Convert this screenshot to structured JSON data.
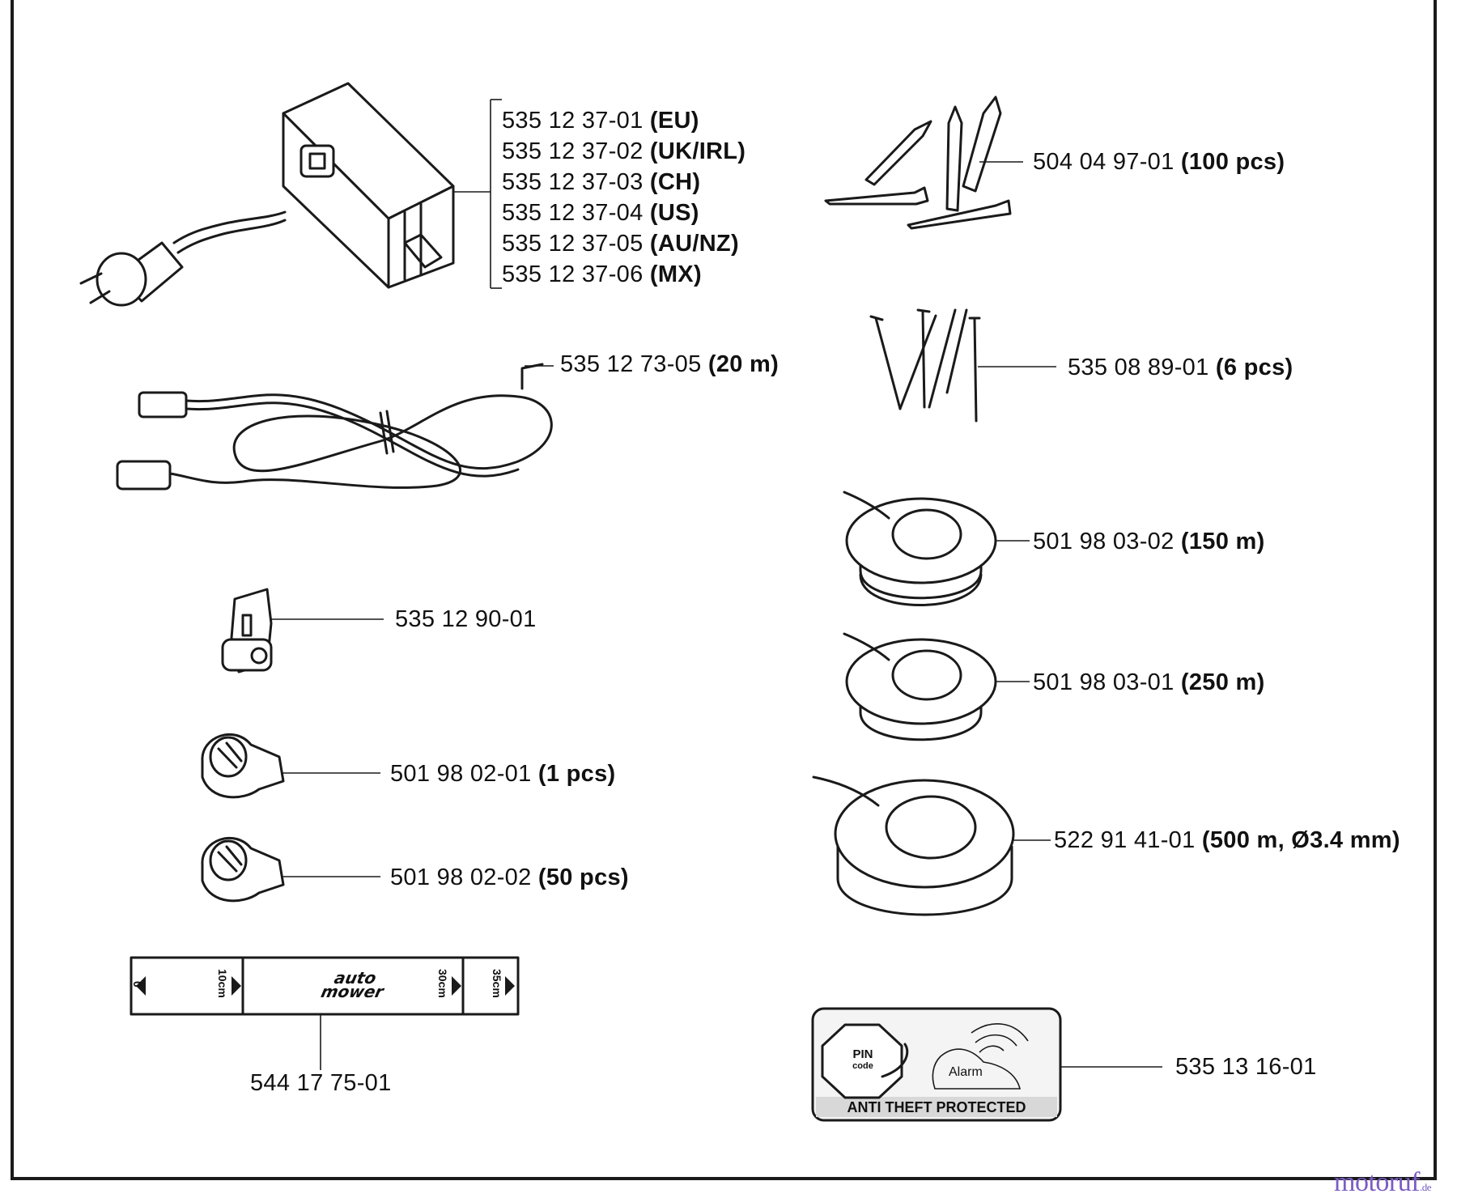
{
  "parts": {
    "transformer": {
      "items": [
        {
          "number": "535 12 37-01",
          "variant": "(EU)"
        },
        {
          "number": "535 12 37-02",
          "variant": "(UK/IRL)"
        },
        {
          "number": "535 12 37-03",
          "variant": "(CH)"
        },
        {
          "number": "535 12 37-04",
          "variant": "(US)"
        },
        {
          "number": "535 12 37-05",
          "variant": "(AU/NZ)"
        },
        {
          "number": "535 12 37-06",
          "variant": "(MX)"
        }
      ]
    },
    "low_voltage_cable": {
      "number": "535 12 73-05",
      "qty": "(20 m)"
    },
    "coupler": {
      "number": "535 12 90-01"
    },
    "connector_single": {
      "number": "501 98 02-01",
      "qty": "(1 pcs)"
    },
    "connector_pack": {
      "number": "501 98 02-02",
      "qty": "(50 pcs)"
    },
    "measuring_ruler": {
      "number": "544 17 75-01",
      "marks": [
        "0",
        "10cm",
        "30cm",
        "35cm"
      ],
      "brand_line1": "auto",
      "brand_line2": "mower"
    },
    "pegs": {
      "number": "504 04 97-01",
      "qty": "(100 pcs)"
    },
    "nails": {
      "number": "535 08 89-01",
      "qty": "(6 pcs)"
    },
    "wire_150": {
      "number": "501 98 03-02",
      "qty": "(150 m)"
    },
    "wire_250": {
      "number": "501 98 03-01",
      "qty": "(250 m)"
    },
    "wire_500": {
      "number": "522 91 41-01",
      "qty": "(500 m, Ø3.4 mm)"
    },
    "antitheft_sticker": {
      "number": "535 13 16-01",
      "pin_line1": "PIN",
      "pin_line2": "code",
      "alarm": "Alarm",
      "caption": "ANTI THEFT PROTECTED"
    }
  },
  "watermark": {
    "name": "motoruf",
    "suffix": ".de"
  }
}
